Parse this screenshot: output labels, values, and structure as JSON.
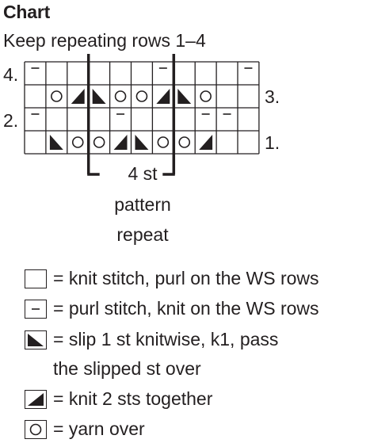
{
  "title": "Chart",
  "subtitle": "Keep repeating rows  1–4",
  "row_labels": {
    "row4": "4.",
    "row3": "3.",
    "row2": "2.",
    "row1": "1."
  },
  "grid": {
    "rows": [
      {
        "row": 4,
        "cells": [
          "purl",
          "knit",
          "knit",
          "knit",
          "knit",
          "knit",
          "purl",
          "knit",
          "knit",
          "knit",
          "purl"
        ]
      },
      {
        "row": 3,
        "cells": [
          "knit",
          "yo",
          "k2tog",
          "skp",
          "yo",
          "yo",
          "k2tog",
          "skp",
          "yo",
          "knit",
          "knit"
        ]
      },
      {
        "row": 2,
        "cells": [
          "purl",
          "knit",
          "knit",
          "knit",
          "purl",
          "knit",
          "knit",
          "knit",
          "purl",
          "purl",
          "knit"
        ]
      },
      {
        "row": 1,
        "cells": [
          "knit",
          "skp",
          "yo",
          "yo",
          "k2tog",
          "skp",
          "yo",
          "yo",
          "k2tog",
          "knit",
          "knit"
        ]
      }
    ]
  },
  "repeat": {
    "stitches": "4 st",
    "line2": "pattern",
    "line3": "repeat"
  },
  "legend": [
    {
      "symbol": "knit",
      "text": "= knit stitch, purl on the WS rows"
    },
    {
      "symbol": "purl",
      "text": "= purl stitch, knit on the WS rows"
    },
    {
      "symbol": "skp",
      "text": "= slip 1 st knitwise, k1, pass",
      "continuation": "the slipped st over"
    },
    {
      "symbol": "k2tog",
      "text": "= knit 2 sts together"
    },
    {
      "symbol": "yo",
      "text": "= yarn over"
    }
  ],
  "colors": {
    "ink": "#231f20",
    "background": "#ffffff"
  }
}
